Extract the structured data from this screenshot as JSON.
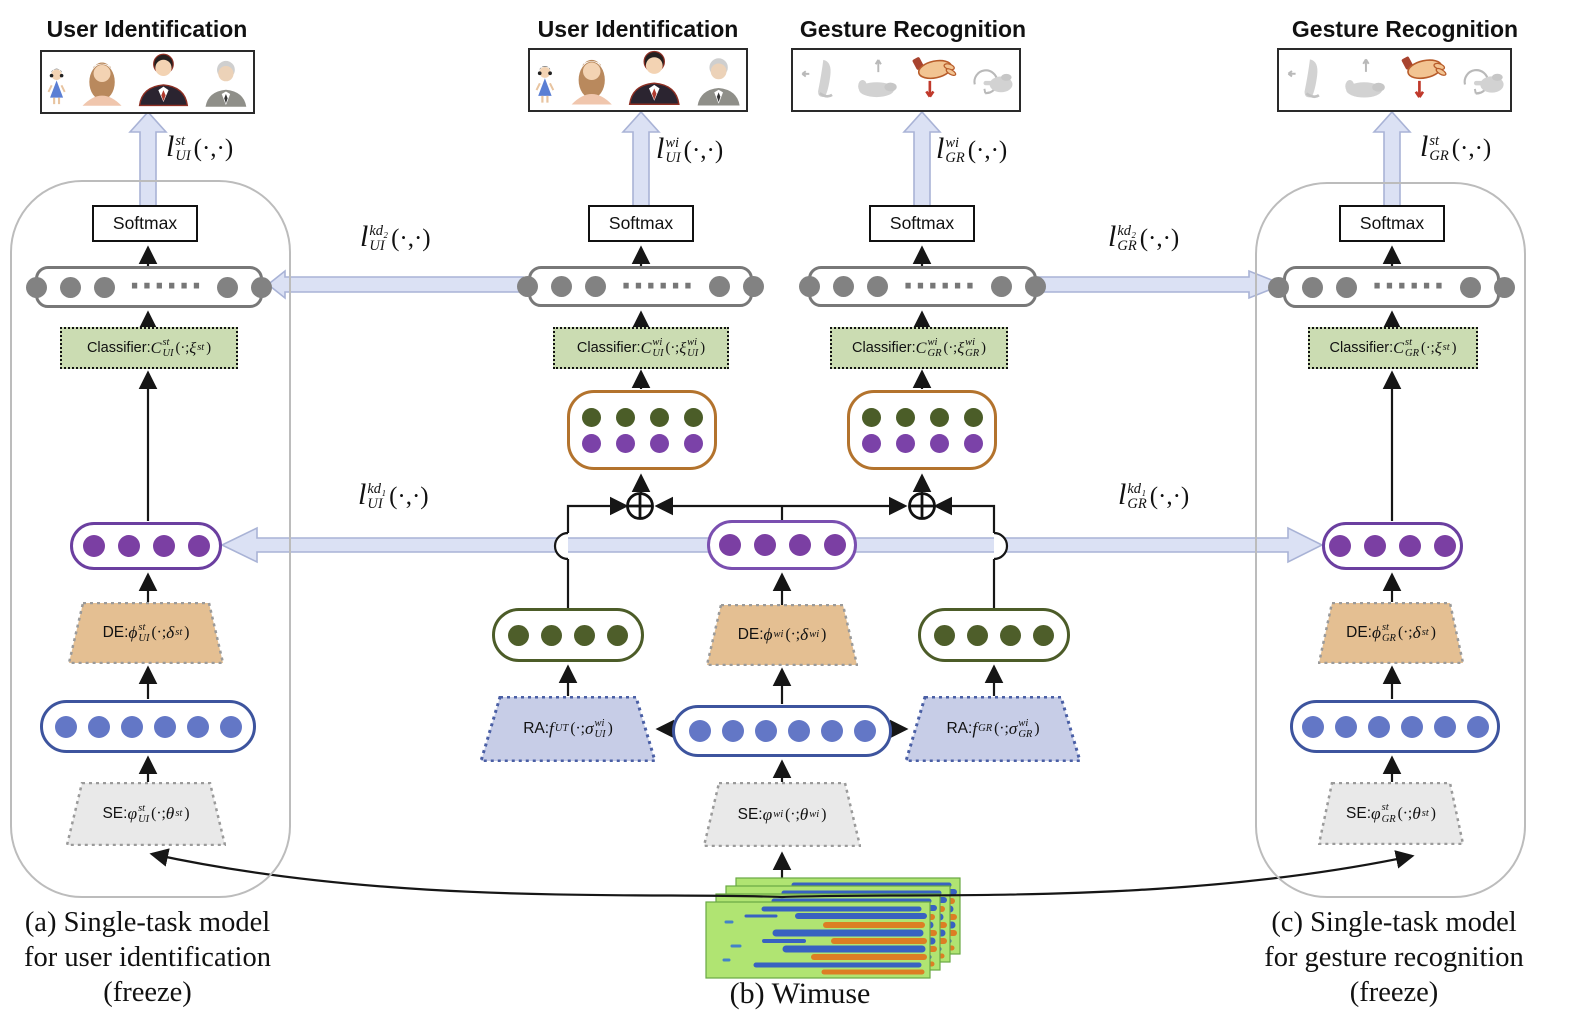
{
  "titles": {
    "left": "User Identification",
    "mid_ui": "User Identification",
    "mid_gr": "Gesture Recognition",
    "right": "Gesture Recognition"
  },
  "softmax_label": "Softmax",
  "ellipsis": "······",
  "captions": {
    "a": [
      "(a) Single-task model",
      "for user identification",
      "(freeze)"
    ],
    "b": "(b) Wimuse",
    "c": [
      "(c) Single-task model",
      "for gesture recognition",
      "(freeze)"
    ]
  },
  "losses": {
    "ui_st": {
      "base": "l",
      "sup": "st",
      "sub": "UI",
      "args": "(·,·)"
    },
    "ui_wi": {
      "base": "l",
      "sup": "wi",
      "sub": "UI",
      "args": "(·,·)"
    },
    "gr_wi": {
      "base": "l",
      "sup": "wi",
      "sub": "GR",
      "args": "(·,·)"
    },
    "gr_st": {
      "base": "l",
      "sup": "st",
      "sub": "GR",
      "args": "(·,·)"
    },
    "ui_kd2": {
      "base": "l",
      "sup": "kd₂",
      "sub": "UI",
      "args": "(·,·)"
    },
    "gr_kd2": {
      "base": "l",
      "sup": "kd₂",
      "sub": "GR",
      "args": "(·,·)"
    },
    "ui_kd1": {
      "base": "l",
      "sup": "kd₁",
      "sub": "UI",
      "args": "(·,·)"
    },
    "gr_kd1": {
      "base": "l",
      "sup": "kd₁",
      "sub": "GR",
      "args": "(·,·)"
    }
  },
  "blocks": {
    "a_classifier": {
      "pre": "Classifier: ",
      "base": "C",
      "sup": "st",
      "sub": "UI",
      "mid": "(·; ",
      "base2": "ξ",
      "sup2": "st",
      "sub2": "",
      "post": ")"
    },
    "a_de": {
      "pre": "DE: ",
      "base": "ϕ",
      "sup": "st",
      "sub": "UI",
      "mid": "(·; ",
      "base2": "δ",
      "sup2": "st",
      "sub2": "",
      "post": ")"
    },
    "a_se": {
      "pre": "SE: ",
      "base": "φ",
      "sup": "st",
      "sub": "UI",
      "mid": "(·; ",
      "base2": "θ",
      "sup2": "st",
      "sub2": "",
      "post": ")"
    },
    "b_ui_classifier": {
      "pre": "Classifier:",
      "base": "C",
      "sup": "wi",
      "sub": "UI",
      "mid": "(·; ",
      "base2": "ξ",
      "sup2": "wi",
      "sub2": "UI",
      "post": ")"
    },
    "b_gr_classifier": {
      "pre": "Classifier:",
      "base": "C",
      "sup": "wi",
      "sub": "GR",
      "mid": "(·; ",
      "base2": "ξ",
      "sup2": "wi",
      "sub2": "GR",
      "post": ")"
    },
    "b_de": {
      "pre": "DE: ",
      "base": "ϕ",
      "sup": "wi",
      "sub": "",
      "mid": "(·; ",
      "base2": "δ",
      "sup2": "wi",
      "sub2": "",
      "post": ")"
    },
    "b_se": {
      "pre": "SE: ",
      "base": "φ",
      "sup": "wi",
      "sub": "",
      "mid": "(·; ",
      "base2": "θ",
      "sup2": "wi",
      "sub2": "",
      "post": ")"
    },
    "b_ra_ui": {
      "pre": "RA: ",
      "base": "f",
      "sup": "",
      "sub": "UT",
      "mid": "(·; ",
      "base2": "σ",
      "sup2": "wi",
      "sub2": "UI",
      "post": ")"
    },
    "b_ra_gr": {
      "pre": "RA: ",
      "base": "f",
      "sup": "",
      "sub": "GR",
      "mid": "(·; ",
      "base2": "σ",
      "sup2": "wi",
      "sub2": "GR",
      "post": ")"
    },
    "c_classifier": {
      "pre": "Classifier: ",
      "base": "C",
      "sup": "st",
      "sub": "GR",
      "mid": "(·; ",
      "base2": "ξ",
      "sup2": "st",
      "sub2": "",
      "post": ")"
    },
    "c_de": {
      "pre": "DE: ",
      "base": "ϕ",
      "sup": "st",
      "sub": "GR",
      "mid": "(·; ",
      "base2": "δ",
      "sup2": "st",
      "sub2": "",
      "post": ")"
    },
    "c_se": {
      "pre": "SE: ",
      "base": "φ",
      "sup": "st",
      "sub": "GR",
      "mid": "(·; ",
      "base2": "θ",
      "sup2": "st",
      "sub2": "",
      "post": ")"
    }
  },
  "colors": {
    "band_fill": "#dbe1f4",
    "band_border": "#a9b3d6",
    "classifier_fill": "#cbdcb2",
    "de_fill": "#e4bf92",
    "se_fill": "#e9e9e9",
    "ra_fill": "#c7cde7",
    "dot_gray": "#828282",
    "dot_purple": "#7b3fa3",
    "dot_blue": "#6377c6",
    "dot_green": "#4e5e2a",
    "capsule_brown": "#b3732d"
  }
}
